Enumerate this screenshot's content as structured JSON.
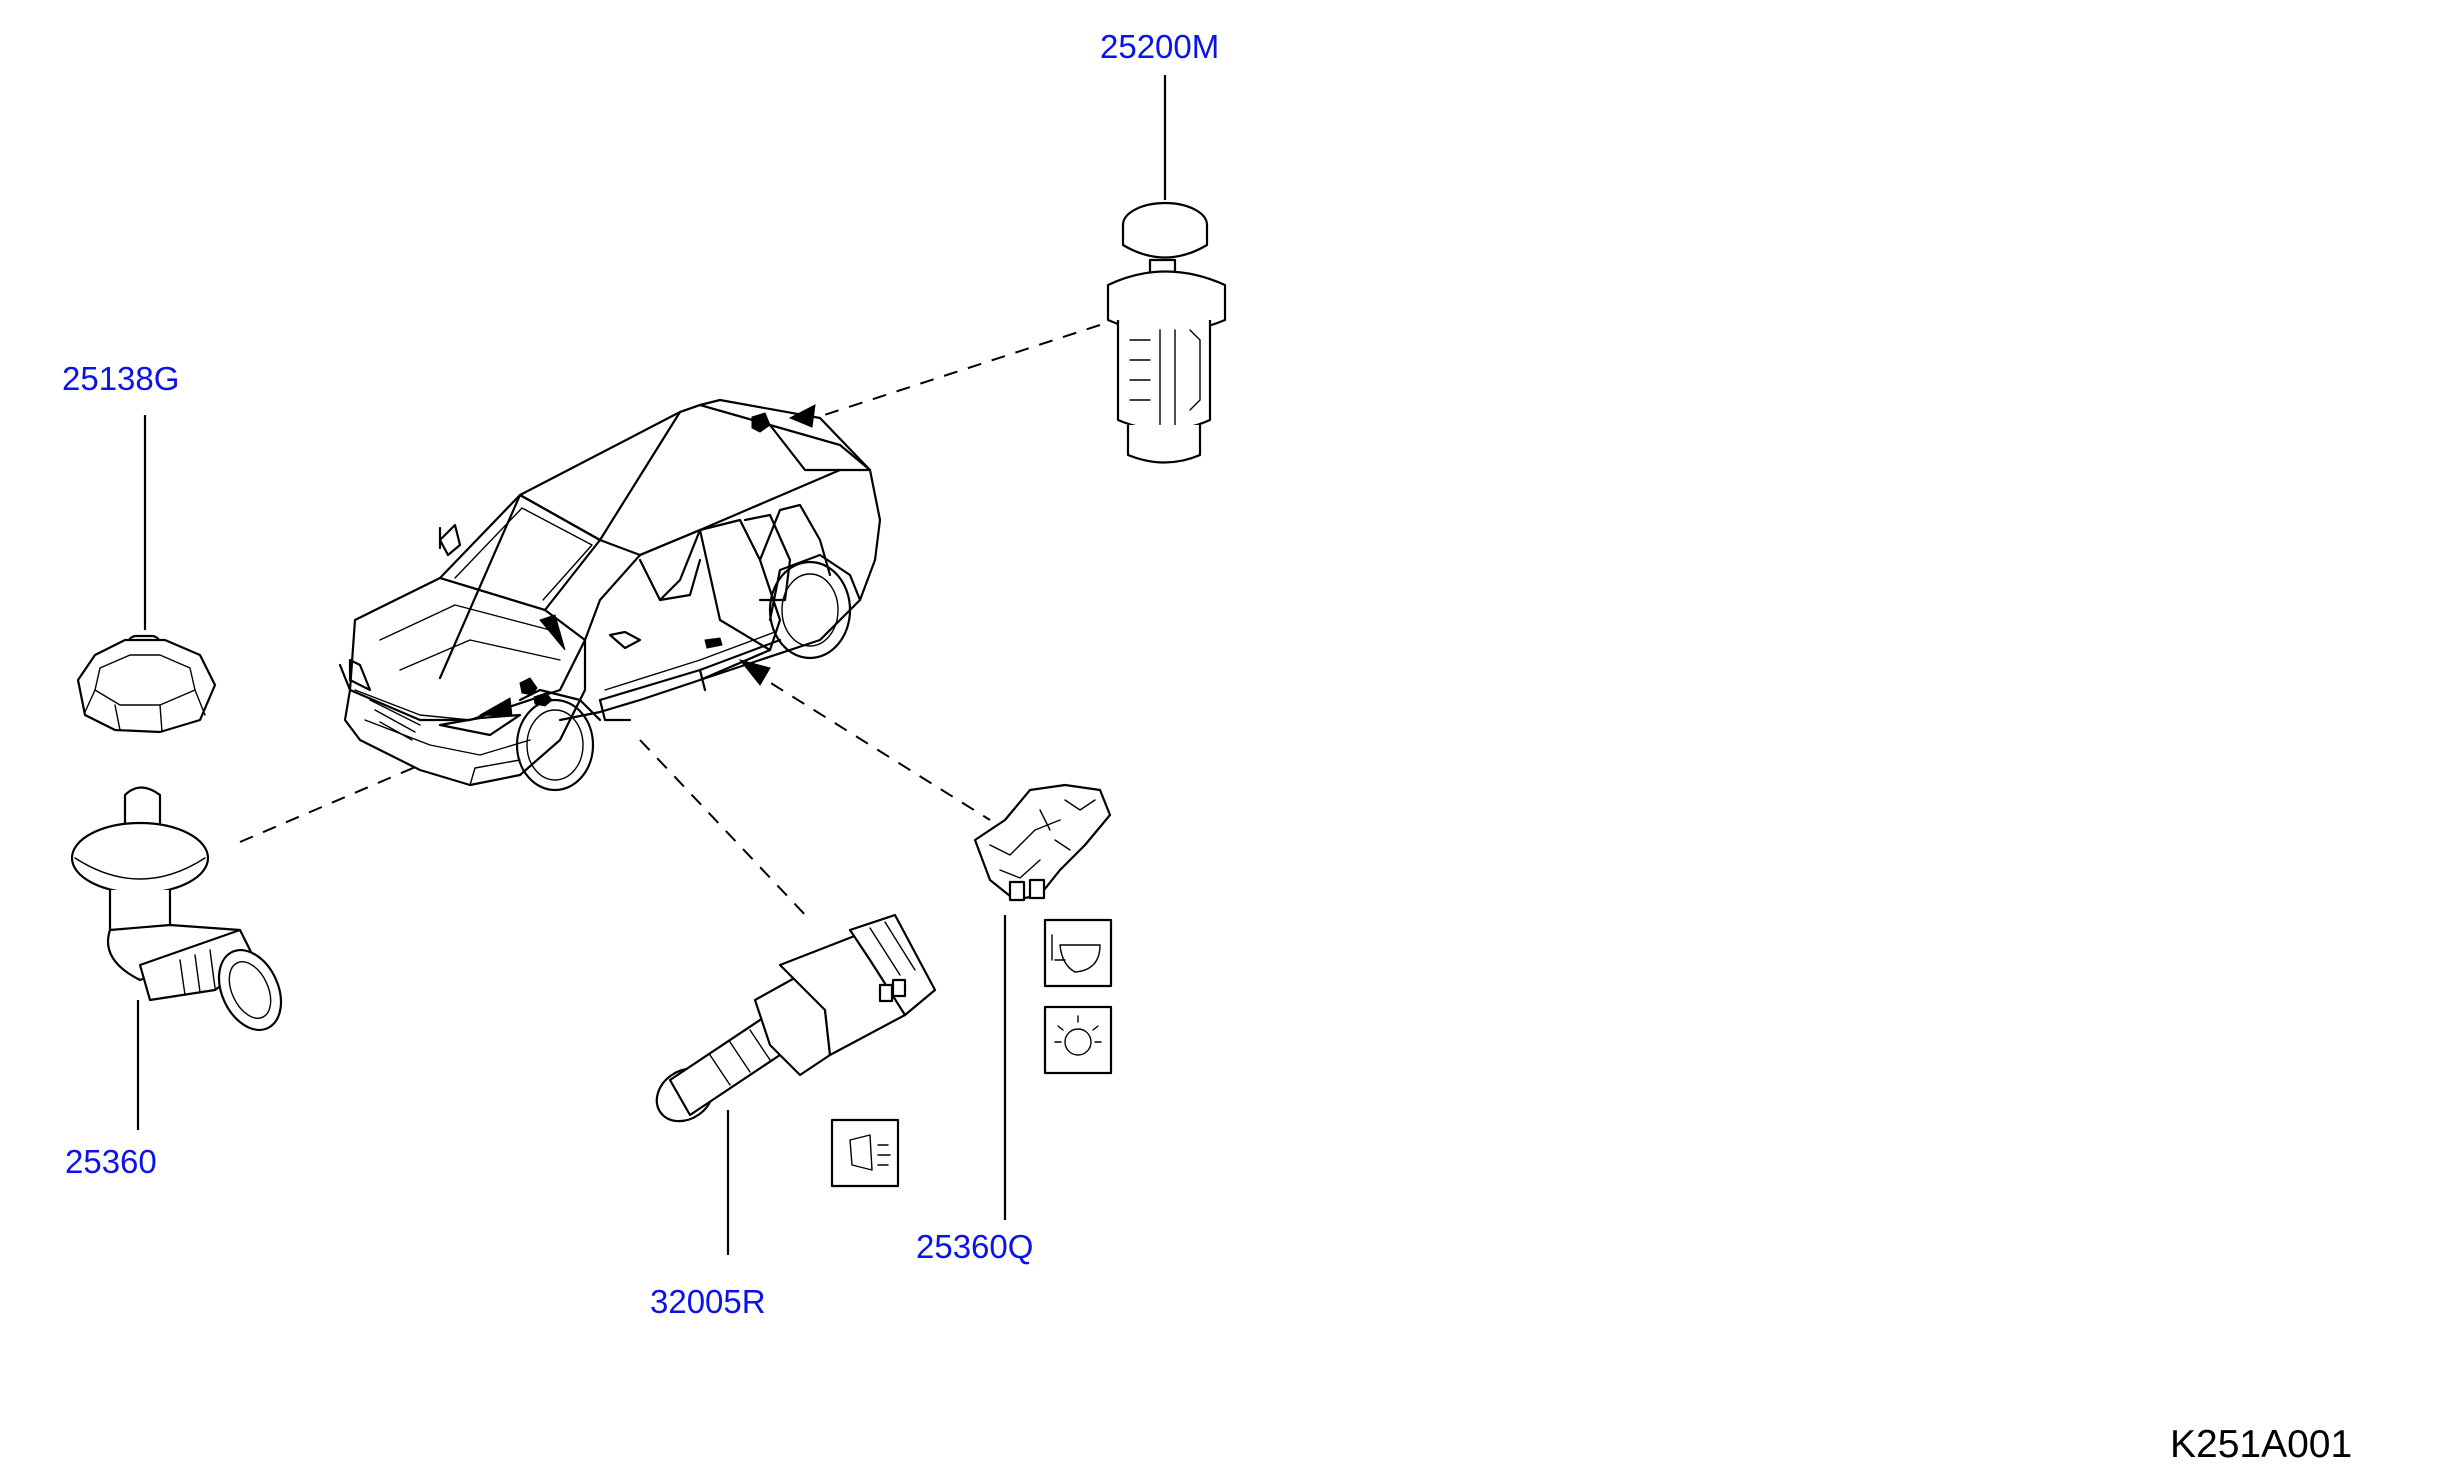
{
  "diagram_code": "K251A001",
  "label_color": "#0a14e6",
  "text_color": "#000000",
  "parts": [
    {
      "part_number": "25200M",
      "icon": "door-switch-plunger-icon"
    },
    {
      "part_number": "25138G",
      "icon": "rubber-cap-icon"
    },
    {
      "part_number": "25360",
      "icon": "hood-switch-icon"
    },
    {
      "part_number": "32005R",
      "icon": "reverse-lamp-switch-icon"
    },
    {
      "part_number": "25360Q",
      "icon": "stop-lamp-switch-icon"
    }
  ],
  "symbols": [
    "reverse-lamp-symbol",
    "brake-warning-symbol",
    "lamp-symbol"
  ]
}
